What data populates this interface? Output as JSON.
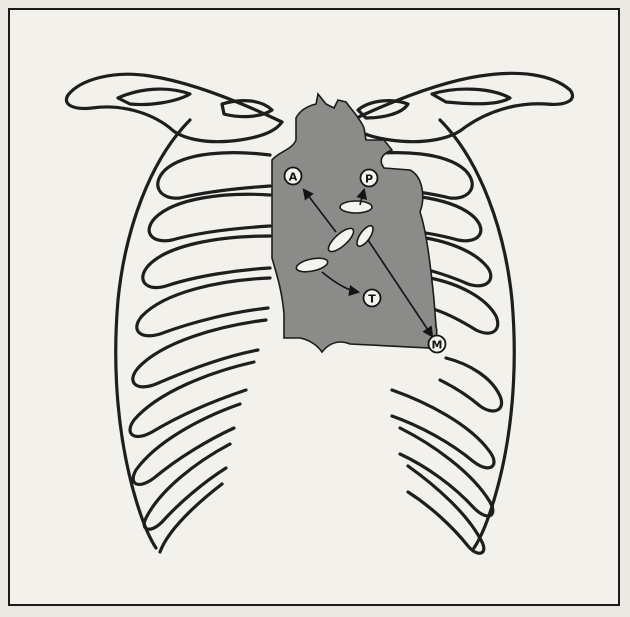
{
  "figure": {
    "auscultation_points": [
      {
        "id": "aortic",
        "label": "A"
      },
      {
        "id": "pulmonic",
        "label": "P"
      },
      {
        "id": "tricuspid",
        "label": "T"
      },
      {
        "id": "mitral",
        "label": "M"
      }
    ],
    "colors": {
      "heart": "#8b8b89",
      "outline": "#1b1b1b",
      "background": "#f3f1ec"
    },
    "icons": [
      "rib-cage-drawing",
      "heart-silhouette",
      "valve-ovals",
      "arrow-lines"
    ]
  }
}
